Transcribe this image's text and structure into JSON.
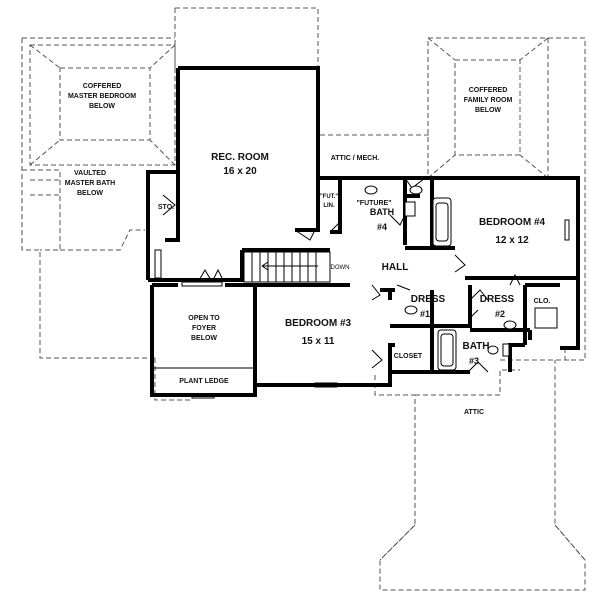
{
  "plan": {
    "rooms": {
      "coffered_master": [
        "COFFERED",
        "MASTER BEDROOM",
        "BELOW"
      ],
      "coffered_family": [
        "COFFERED",
        "FAMILY ROOM",
        "BELOW"
      ],
      "vaulted_master_bath": [
        "VAULTED",
        "MASTER BATH",
        "BELOW"
      ],
      "rec_room": [
        "REC. ROOM",
        "16 x 20"
      ],
      "sto": "STO.",
      "attic_mech": "ATTIC / MECH.",
      "fut_lin": [
        "\"FUT.\"",
        "LIN."
      ],
      "future_bath": [
        "\"FUTURE\"",
        "BATH",
        "#4"
      ],
      "bedroom4": [
        "BEDROOM #4",
        "12 x 12"
      ],
      "hall": "HALL",
      "down": "DOWN",
      "dress1": [
        "DRESS",
        "#1"
      ],
      "dress2": [
        "DRESS",
        "#2"
      ],
      "clo": "CLO.",
      "open_foyer": [
        "OPEN TO",
        "FOYER",
        "BELOW"
      ],
      "bedroom3": [
        "BEDROOM #3",
        "15 x 11"
      ],
      "closet": "CLOSET",
      "bath3": [
        "BATH",
        "#3"
      ],
      "plant_ledge": "PLANT LEDGE",
      "attic_lower": "ATTIC"
    },
    "colors": {
      "wall": "#000000",
      "roof_dash": "#555555",
      "background": "#ffffff"
    }
  }
}
